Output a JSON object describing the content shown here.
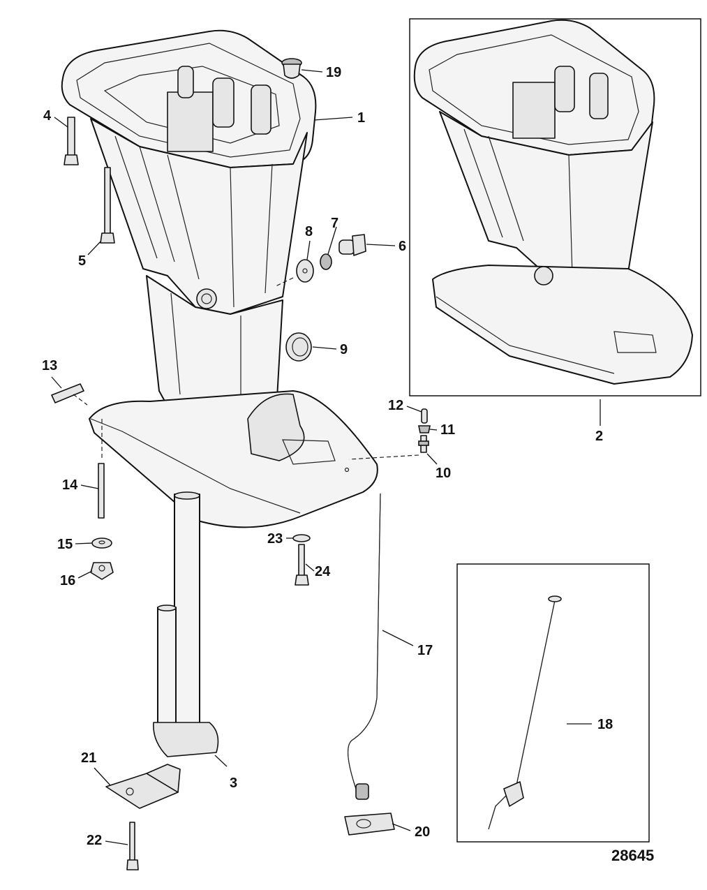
{
  "figure_number": "28645",
  "callouts": {
    "c1": "1",
    "c2": "2",
    "c3": "3",
    "c4": "4",
    "c5": "5",
    "c6": "6",
    "c7": "7",
    "c8": "8",
    "c9": "9",
    "c10": "10",
    "c11": "11",
    "c12": "12",
    "c13": "13",
    "c14": "14",
    "c15": "15",
    "c16": "16",
    "c17": "17",
    "c18": "18",
    "c19": "19",
    "c20": "20",
    "c21": "21",
    "c22": "22",
    "c23": "23",
    "c24": "24"
  }
}
